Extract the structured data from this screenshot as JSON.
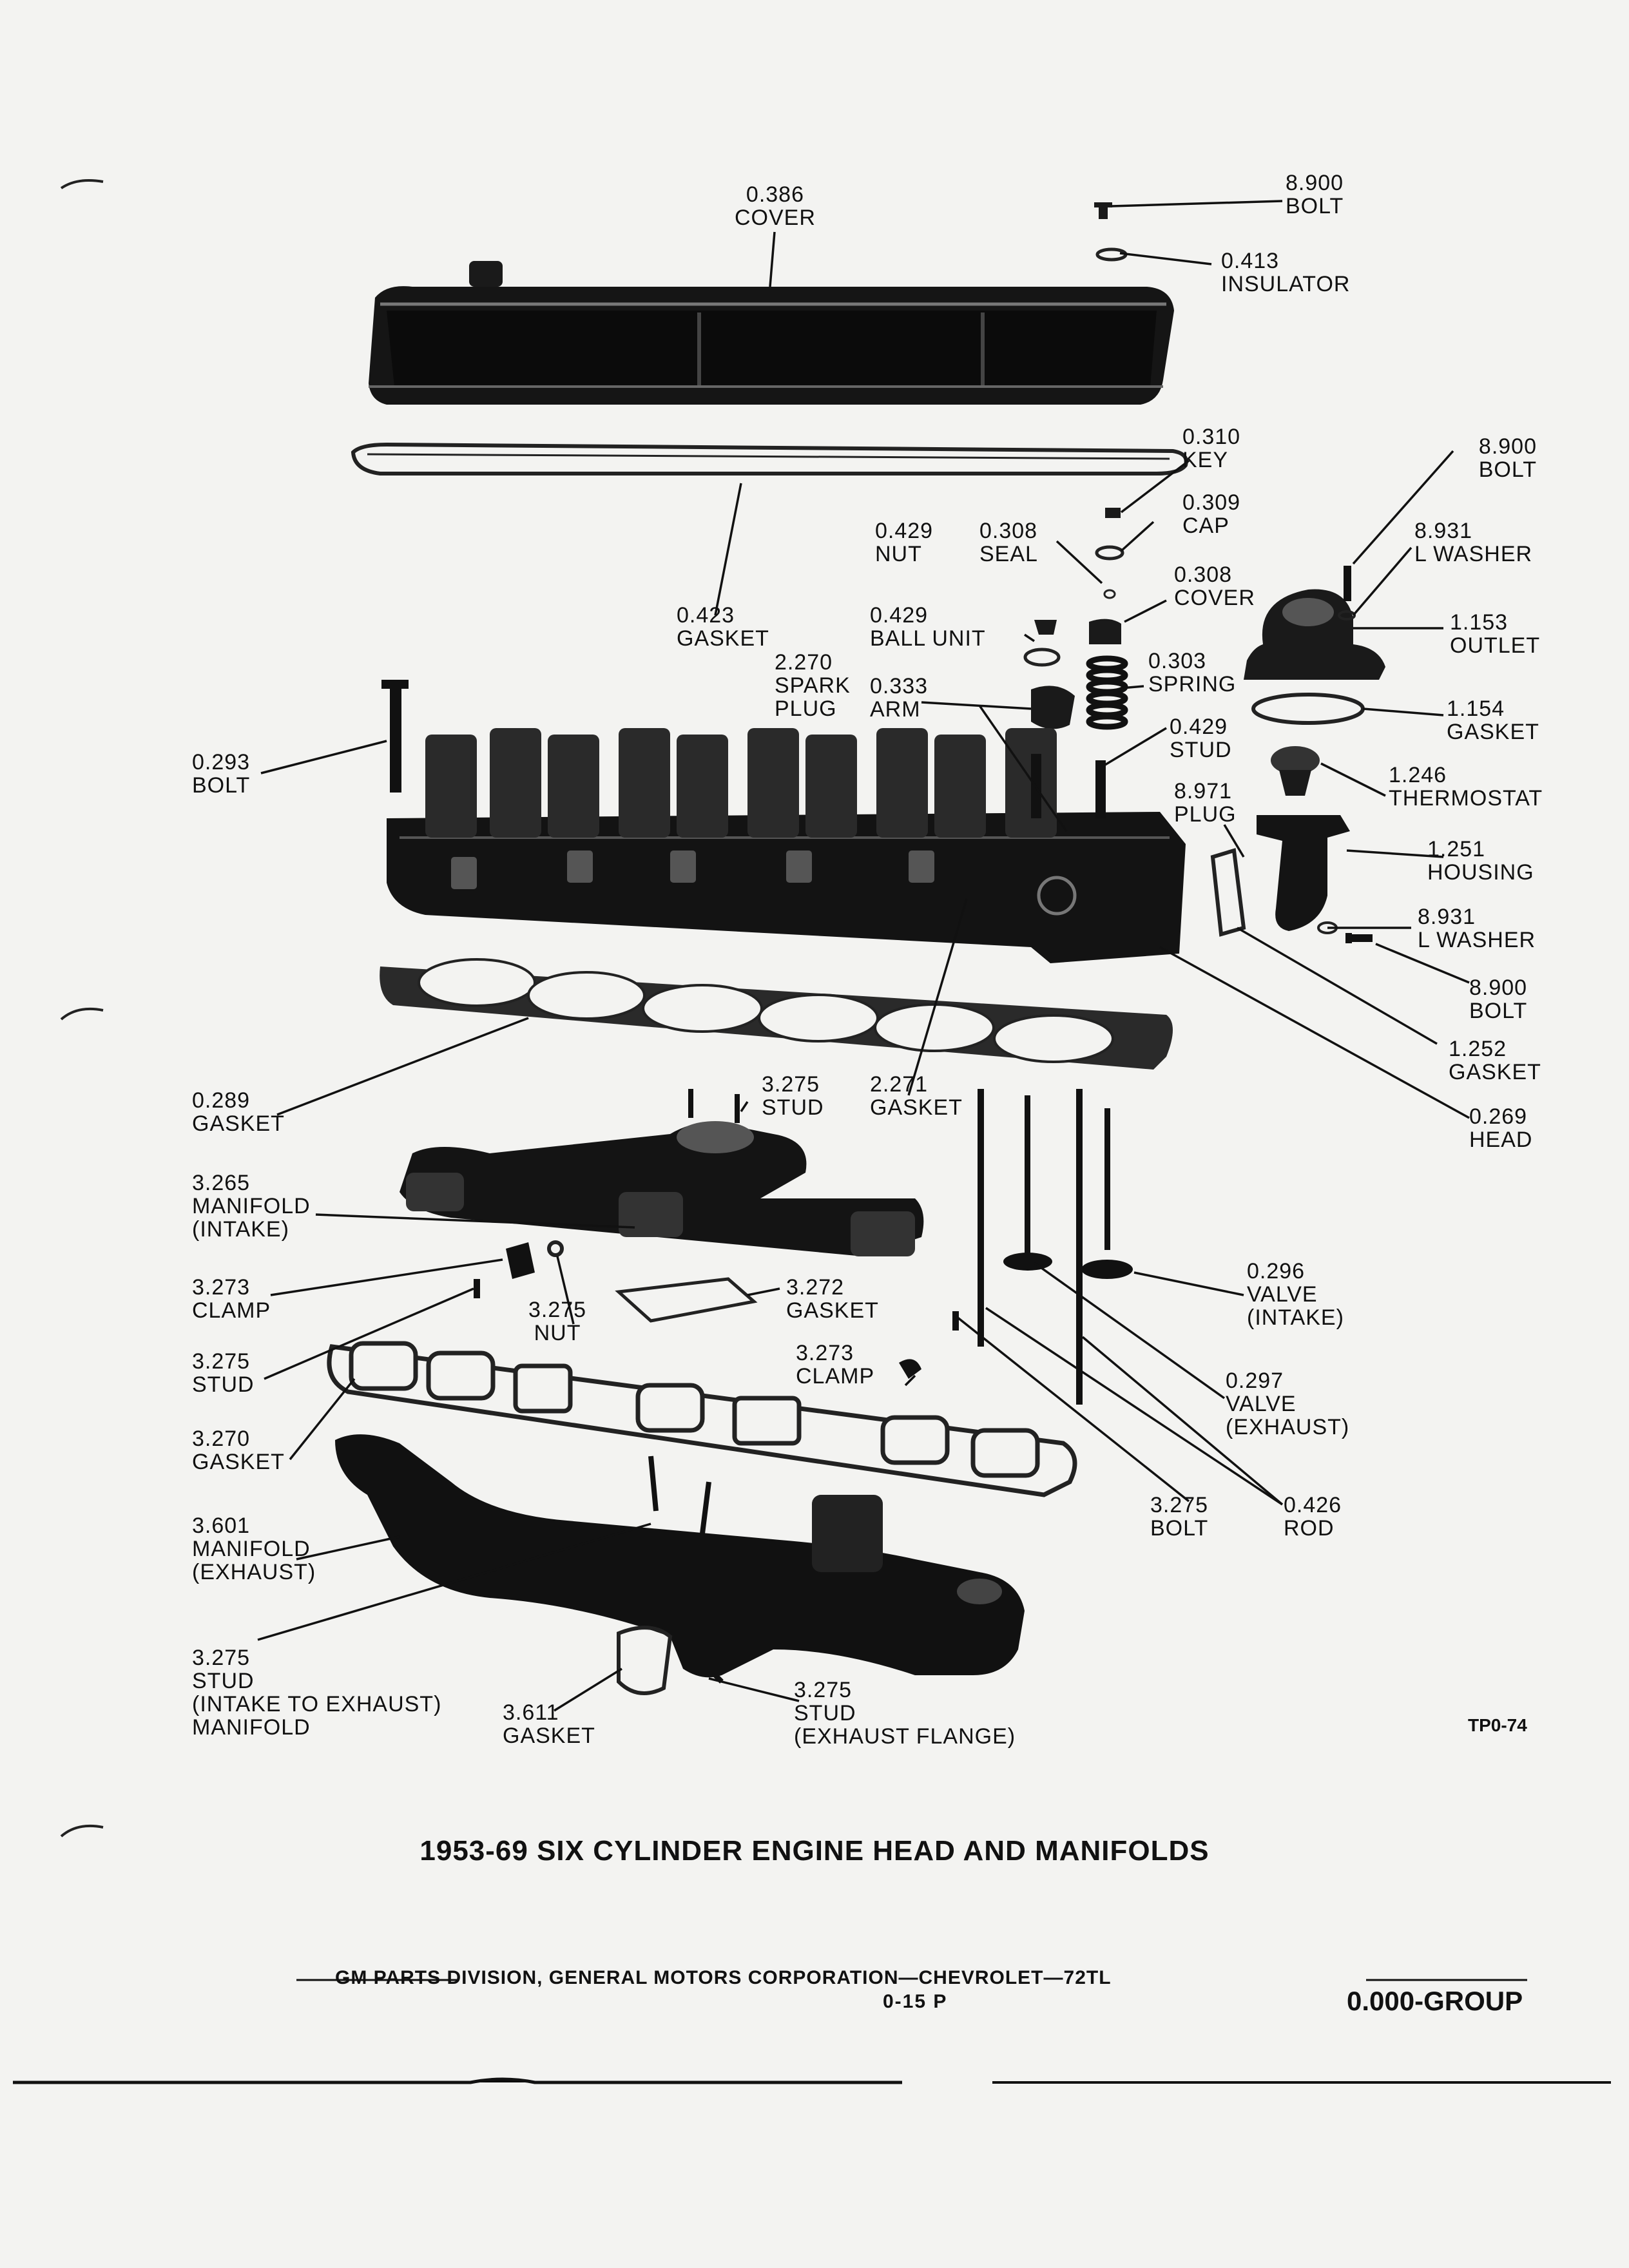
{
  "title": "1953-69 SIX CYLINDER ENGINE HEAD AND MANIFOLDS",
  "figure_code": "TP0-74",
  "footer": {
    "publisher": "GM PARTS DIVISION, GENERAL MOTORS CORPORATION—CHEVROLET—72TL",
    "page": "0-15 P",
    "group": "0.000-GROUP"
  },
  "callouts": [
    {
      "id": "cover-top",
      "num": "0.386",
      "lines": [
        "COVER"
      ]
    },
    {
      "id": "bolt-top",
      "num": "8.900",
      "lines": [
        "BOLT"
      ]
    },
    {
      "id": "insulator",
      "num": "0.413",
      "lines": [
        "INSULATOR"
      ]
    },
    {
      "id": "key",
      "num": "0.310",
      "lines": [
        "KEY"
      ]
    },
    {
      "id": "bolt-outlet",
      "num": "8.900",
      "lines": [
        "BOLT"
      ]
    },
    {
      "id": "cap",
      "num": "0.309",
      "lines": [
        "CAP"
      ]
    },
    {
      "id": "nut-rocker",
      "num": "0.429",
      "lines": [
        "NUT"
      ]
    },
    {
      "id": "seal",
      "num": "0.308",
      "lines": [
        "SEAL"
      ]
    },
    {
      "id": "lwasher-top",
      "num": "8.931",
      "lines": [
        "L WASHER"
      ]
    },
    {
      "id": "cover-valve",
      "num": "0.308",
      "lines": [
        "COVER"
      ]
    },
    {
      "id": "gasket-cover",
      "num": "0.423",
      "lines": [
        "GASKET"
      ]
    },
    {
      "id": "ball-unit",
      "num": "0.429",
      "lines": [
        "BALL UNIT"
      ]
    },
    {
      "id": "outlet",
      "num": "1.153",
      "lines": [
        "OUTLET"
      ]
    },
    {
      "id": "spark-plug",
      "num": "2.270",
      "lines": [
        "SPARK",
        "PLUG"
      ]
    },
    {
      "id": "spring",
      "num": "0.303",
      "lines": [
        "SPRING"
      ]
    },
    {
      "id": "arm",
      "num": "0.333",
      "lines": [
        "ARM"
      ]
    },
    {
      "id": "gasket-outlet",
      "num": "1.154",
      "lines": [
        "GASKET"
      ]
    },
    {
      "id": "stud-rocker",
      "num": "0.429",
      "lines": [
        "STUD"
      ]
    },
    {
      "id": "bolt-head",
      "num": "0.293",
      "lines": [
        "BOLT"
      ]
    },
    {
      "id": "thermostat",
      "num": "1.246",
      "lines": [
        "THERMOSTAT"
      ]
    },
    {
      "id": "plug",
      "num": "8.971",
      "lines": [
        "PLUG"
      ]
    },
    {
      "id": "housing",
      "num": "1.251",
      "lines": [
        "HOUSING"
      ]
    },
    {
      "id": "lwasher-housing",
      "num": "8.931",
      "lines": [
        "L WASHER"
      ]
    },
    {
      "id": "bolt-housing",
      "num": "8.900",
      "lines": [
        "BOLT"
      ]
    },
    {
      "id": "gasket-housing",
      "num": "1.252",
      "lines": [
        "GASKET"
      ]
    },
    {
      "id": "stud-intake",
      "num": "3.275",
      "lines": [
        "STUD"
      ]
    },
    {
      "id": "gasket-spark",
      "num": "2.271",
      "lines": [
        "GASKET"
      ]
    },
    {
      "id": "gasket-head",
      "num": "0.289",
      "lines": [
        "GASKET"
      ]
    },
    {
      "id": "head",
      "num": "0.269",
      "lines": [
        "HEAD"
      ]
    },
    {
      "id": "manifold-intake",
      "num": "3.265",
      "lines": [
        "MANIFOLD",
        "(INTAKE)"
      ]
    },
    {
      "id": "valve-intake",
      "num": "0.296",
      "lines": [
        "VALVE",
        "(INTAKE)"
      ]
    },
    {
      "id": "clamp-left",
      "num": "3.273",
      "lines": [
        "CLAMP"
      ]
    },
    {
      "id": "gasket-plate",
      "num": "3.272",
      "lines": [
        "GASKET"
      ]
    },
    {
      "id": "nut-manifold",
      "num": "3.275",
      "lines": [
        "NUT"
      ]
    },
    {
      "id": "stud-left",
      "num": "3.275",
      "lines": [
        "STUD"
      ]
    },
    {
      "id": "clamp-right",
      "num": "3.273",
      "lines": [
        "CLAMP"
      ]
    },
    {
      "id": "valve-exhaust",
      "num": "0.297",
      "lines": [
        "VALVE",
        "(EXHAUST)"
      ]
    },
    {
      "id": "gasket-manifold",
      "num": "3.270",
      "lines": [
        "GASKET"
      ]
    },
    {
      "id": "bolt-manifold",
      "num": "3.275",
      "lines": [
        "BOLT"
      ]
    },
    {
      "id": "rod",
      "num": "0.426",
      "lines": [
        "ROD"
      ]
    },
    {
      "id": "manifold-exhaust",
      "num": "3.601",
      "lines": [
        "MANIFOLD",
        "(EXHAUST)"
      ]
    },
    {
      "id": "stud-int-exh",
      "num": "3.275",
      "lines": [
        "STUD",
        "(INTAKE TO EXHAUST)",
        "MANIFOLD"
      ]
    },
    {
      "id": "gasket-flange",
      "num": "3.611",
      "lines": [
        "GASKET"
      ]
    },
    {
      "id": "stud-flange",
      "num": "3.275",
      "lines": [
        "STUD",
        "(EXHAUST FLANGE)"
      ]
    }
  ]
}
